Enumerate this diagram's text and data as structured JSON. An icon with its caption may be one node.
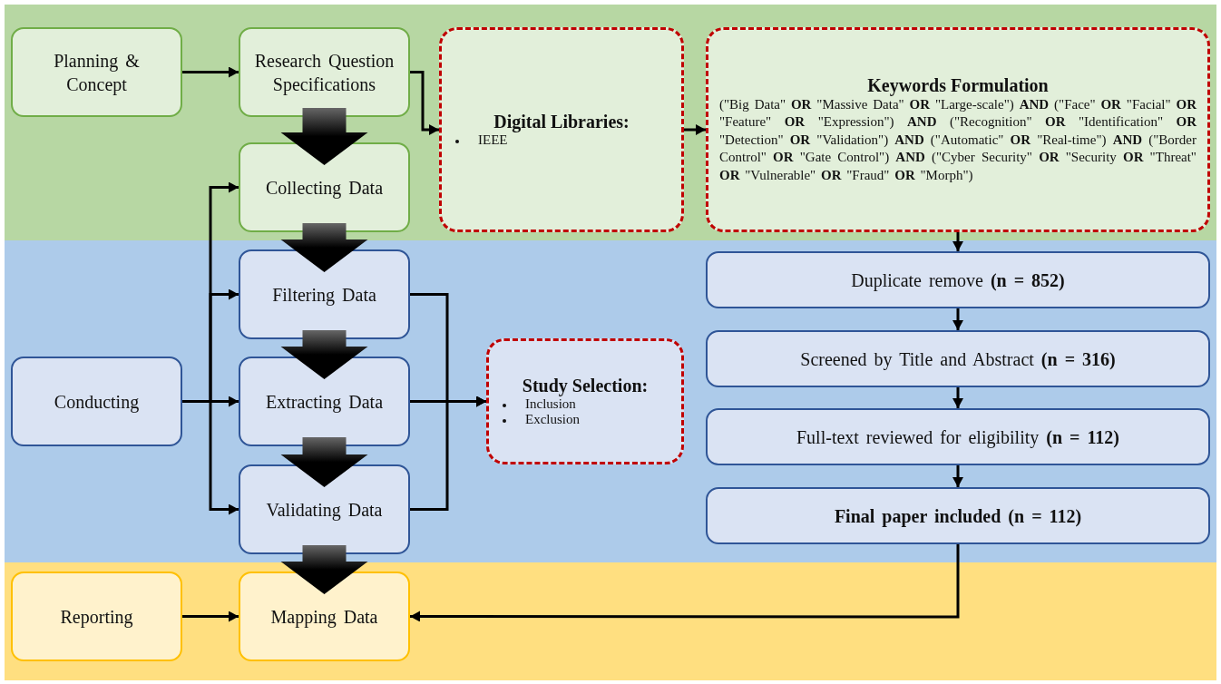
{
  "diagram": {
    "nodes": [
      {
        "text": [
          "Planning & Concept"
        ]
      },
      {
        "text": [
          "Research Question Specifications"
        ]
      },
      {
        "text": [
          "Digital Libraries:",
          "IEEE"
        ]
      },
      {
        "text": [
          "Keywords Formulation",
          "(\"Big Data\" **OR** \"Massive Data\" **OR** \"Large-scale\") **AND** (\"Face\" **OR** \"Facial\" **OR** \"Feature\" **OR** \"Expression\") **AND** (\"Recognition\" **OR** \"Identification\" **OR** \"Detection\" **OR** \"Validation\") **AND** (\"Automatic\" **OR** \"Real-time\") **AND** (\"Border Control\" **OR** \"Gate Control\") **AND** (\"Cyber Security\" **OR** \"Security **OR** \"Threat\" **OR** \"Vulnerable\" **OR** \"Fraud\" **OR** \"Morph\")"
        ]
      },
      {
        "text": [
          "Collecting Data"
        ]
      },
      {
        "text": [
          "Filtering Data"
        ]
      },
      {
        "text": [
          "Conducting"
        ]
      },
      {
        "text": [
          "Extracting Data"
        ]
      },
      {
        "text": [
          "Study Selection:",
          "Inclusion",
          "Exclusion"
        ]
      },
      {
        "text": [
          "Validating Data"
        ]
      },
      {
        "text": [
          "Duplicate remove **(n = 852)**"
        ]
      },
      {
        "text": [
          "Screened by Title and Abstract **(n = 316)**"
        ]
      },
      {
        "text": [
          "Full-text reviewed for eligibility **(n = 112)**"
        ]
      },
      {
        "text": [
          "Final paper included (n = 112)"
        ]
      },
      {
        "text": [
          "Reporting"
        ]
      },
      {
        "text": [
          "Mapping Data"
        ]
      }
    ],
    "edges": [
      {
        "from": 0,
        "to": 1,
        "arrow": "to"
      },
      {
        "from": 1,
        "to": 2,
        "arrow": "to"
      },
      {
        "from": 2,
        "to": 3,
        "arrow": "to"
      },
      {
        "from": 3,
        "to": 10,
        "arrow": "to"
      },
      {
        "from": 10,
        "to": 11,
        "arrow": "to"
      },
      {
        "from": 11,
        "to": 12,
        "arrow": "to"
      },
      {
        "from": 12,
        "to": 13,
        "arrow": "to"
      },
      {
        "from": 13,
        "to": 15,
        "arrow": "to"
      },
      {
        "from": 14,
        "to": 15,
        "arrow": "to"
      },
      {
        "from": 6,
        "to": 4,
        "arrow": "to"
      },
      {
        "from": 6,
        "to": 5,
        "arrow": "to"
      },
      {
        "from": 6,
        "to": 7,
        "arrow": "to"
      },
      {
        "from": 6,
        "to": 9,
        "arrow": "to"
      },
      {
        "from": 5,
        "to": 8,
        "arrow": "to"
      },
      {
        "from": 7,
        "to": 8,
        "arrow": "to"
      },
      {
        "from": 9,
        "to": 8,
        "arrow": "to"
      },
      {
        "from": 1,
        "to": 4,
        "arrow": "to",
        "style": "thick"
      },
      {
        "from": 4,
        "to": 5,
        "arrow": "to",
        "style": "thick"
      },
      {
        "from": 5,
        "to": 7,
        "arrow": "to",
        "style": "thick"
      },
      {
        "from": 7,
        "to": 9,
        "arrow": "to",
        "style": "thick"
      },
      {
        "from": 9,
        "to": 15,
        "arrow": "to",
        "style": "thick"
      }
    ]
  }
}
